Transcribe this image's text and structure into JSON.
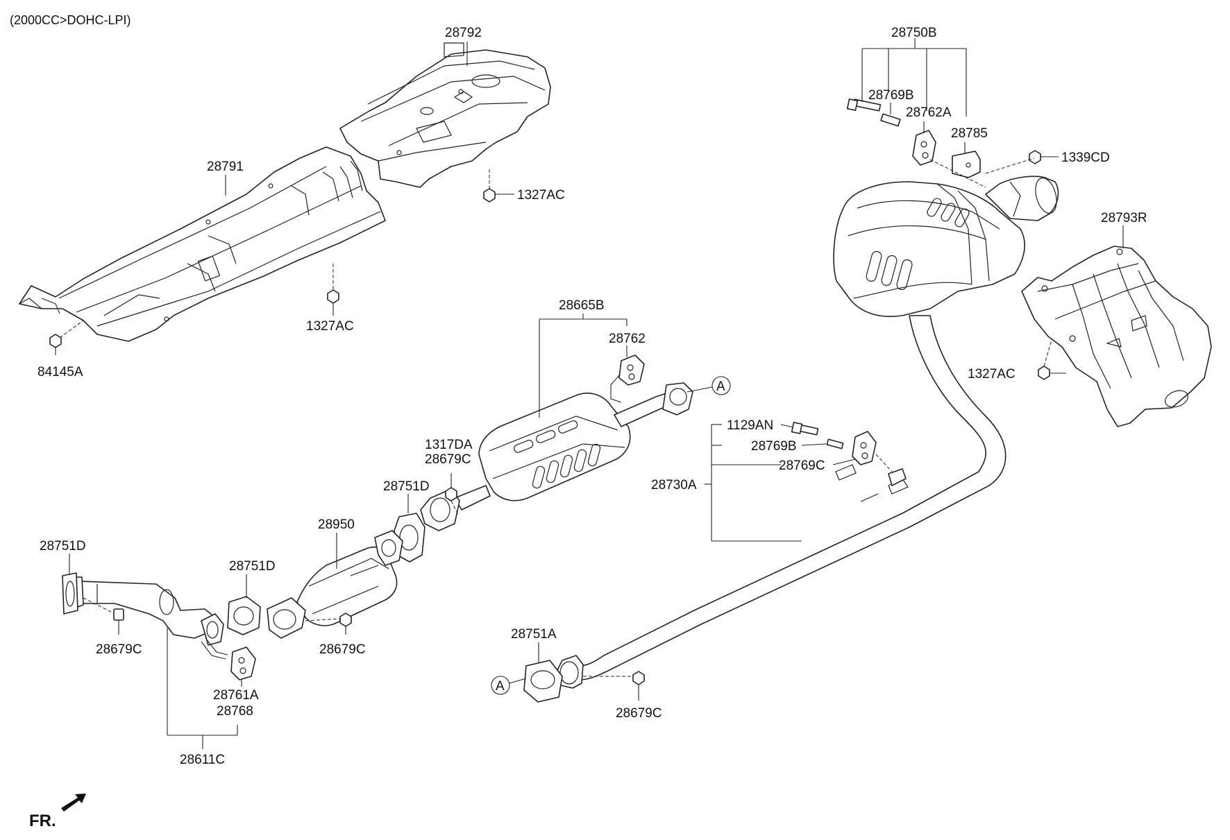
{
  "header": {
    "engine_spec": "(2000CC>DOHC-LPI)"
  },
  "labels": {
    "l_28792": "28792",
    "l_28791": "28791",
    "l_1327ac_top": "1327AC",
    "l_1327ac_mid": "1327AC",
    "l_84145a": "84145A",
    "l_28750b": "28750B",
    "l_28769b_top": "28769B",
    "l_28762a": "28762A",
    "l_28785": "28785",
    "l_1339cd": "1339CD",
    "l_28793r": "28793R",
    "l_1327ac_right": "1327AC",
    "l_28665b": "28665B",
    "l_28762": "28762",
    "l_ref_a_top": "A",
    "l_1317da": "1317DA",
    "l_28679c_a": "28679C",
    "l_28751d_a": "28751D",
    "l_28950": "28950",
    "l_28751d_b": "28751D",
    "l_28751d_c": "28751D",
    "l_28679c_b": "28679C",
    "l_28679c_c": "28679C",
    "l_28761a": "28761A",
    "l_28768": "28768",
    "l_28611c": "28611C",
    "l_1129an": "1129AN",
    "l_28769b_mid": "28769B",
    "l_28769c": "28769C",
    "l_28730a": "28730A",
    "l_28751a": "28751A",
    "l_ref_a_bottom": "A",
    "l_28679c_d": "28679C"
  },
  "footer": {
    "front_indicator": "FR."
  }
}
